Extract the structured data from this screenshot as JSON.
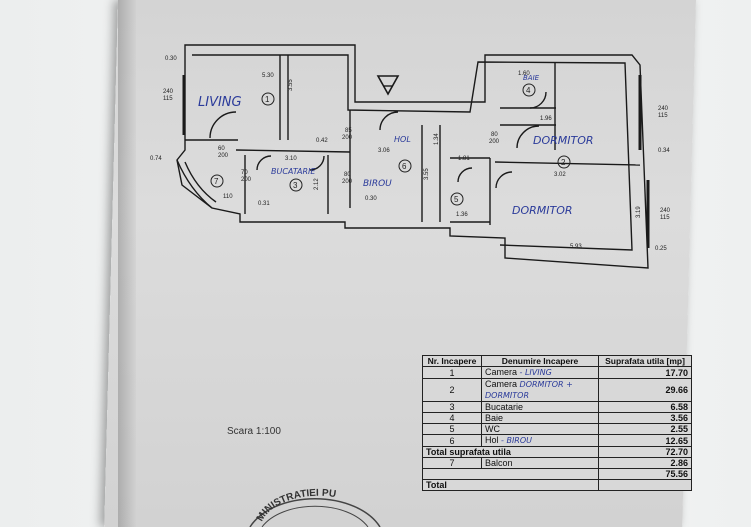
{
  "plan": {
    "rooms": {
      "living": {
        "handwritten": "LIVING",
        "number": "1"
      },
      "dormitor1": {
        "handwritten": "DORMITOR",
        "number": "2"
      },
      "bucatarie": {
        "handwritten": "BUCATARIE",
        "number": "3"
      },
      "baie": {
        "handwritten": "BAIE",
        "number": "4"
      },
      "wc": {
        "number": "5"
      },
      "hol": {
        "handwritten": "HOL",
        "number": "6"
      },
      "balcon": {
        "number": "7"
      },
      "dormitor2": {
        "handwritten": "DORMITOR"
      },
      "birou": {
        "handwritten": "BIROU"
      }
    },
    "dims": {
      "d_0_30": "0.30",
      "d_5_30": "5.30",
      "d_240": "240",
      "d_115": "115",
      "d_3_06": "3.06",
      "d_0_42": "0.42",
      "d_85": "85",
      "d_200": "200",
      "d_3_10": "3.10",
      "d_80": "80",
      "d_1_81": "1.81",
      "d_3_02": "3.02",
      "d_5_93": "5.93",
      "d_1_96": "1.96",
      "d_0_31": "0.31",
      "d_0_74": "0.74",
      "d_1_36": "1.36",
      "d_2_12": "2.12",
      "d_3_55": "3.55",
      "d_3_19": "3.19",
      "d_1_60": "1.60",
      "d_0_34": "0.34",
      "d_0_25": "0.25",
      "d_110": "110",
      "d_70": "70",
      "d_60": "60",
      "d_1_34": "1.34"
    }
  },
  "scale": "Scara 1:100",
  "table": {
    "headers": {
      "nr": "Nr. Incapere",
      "denumire": "Denumire Incapere",
      "suprafata": "Suprafata utila [mp]"
    },
    "rows": [
      {
        "nr": "1",
        "name": "Camera",
        "note": "- LIVING",
        "area": "17.70"
      },
      {
        "nr": "2",
        "name": "Camera",
        "note": "DORMITOR + DORMITOR",
        "area": "29.66"
      },
      {
        "nr": "3",
        "name": "Bucatarie",
        "note": "",
        "area": "6.58"
      },
      {
        "nr": "4",
        "name": "Baie",
        "note": "",
        "area": "3.56"
      },
      {
        "nr": "5",
        "name": "WC",
        "note": "",
        "area": "2.55"
      },
      {
        "nr": "6",
        "name": "Hol",
        "note": "- BIROU",
        "area": "12.65"
      }
    ],
    "total_util_label": "Total suprafata utila",
    "total_util": "72.70",
    "balcon_nr": "7",
    "balcon_label": "Balcon",
    "balcon_area": "2.86",
    "total_after_balcon": "75.56",
    "total_label": "Total"
  },
  "stamp_text": "MINISTRATIEI PU"
}
